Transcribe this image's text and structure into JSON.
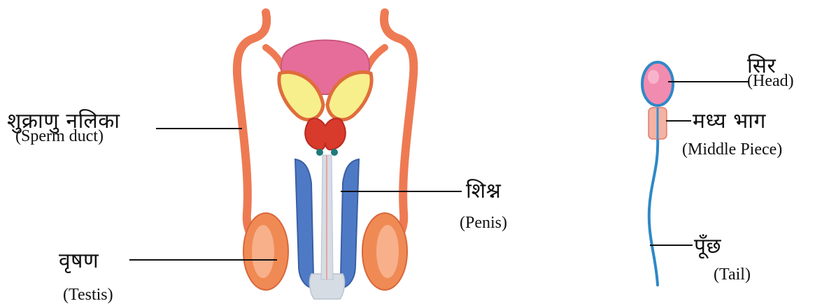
{
  "colors": {
    "duct": "#ee7a53",
    "bladder": "#e66d9a",
    "gland": "#f7ef8c",
    "prostate": "#d83a2b",
    "penis_blue": "#4e7ac5",
    "urethra": "#d6dce4",
    "testis": "#f08a55",
    "sperm_blue": "#2f88c7",
    "sperm_head": "#f28bb0",
    "leader": "#111111",
    "text": "#111111",
    "background": "#ffffff"
  },
  "labels": {
    "sperm_duct_hi": "शुक्राणु नलिका",
    "sperm_duct_en": "(Sperm duct)",
    "testis_hi": "वृषण",
    "testis_en": "(Testis)",
    "penis_hi": "शिश्न",
    "penis_en": "(Penis)",
    "head_hi": "सिर",
    "head_en": "(Head)",
    "middle_hi": "मध्य भाग",
    "middle_en": "(Middle Piece)",
    "tail_hi": "पूँछ",
    "tail_en": "(Tail)"
  }
}
